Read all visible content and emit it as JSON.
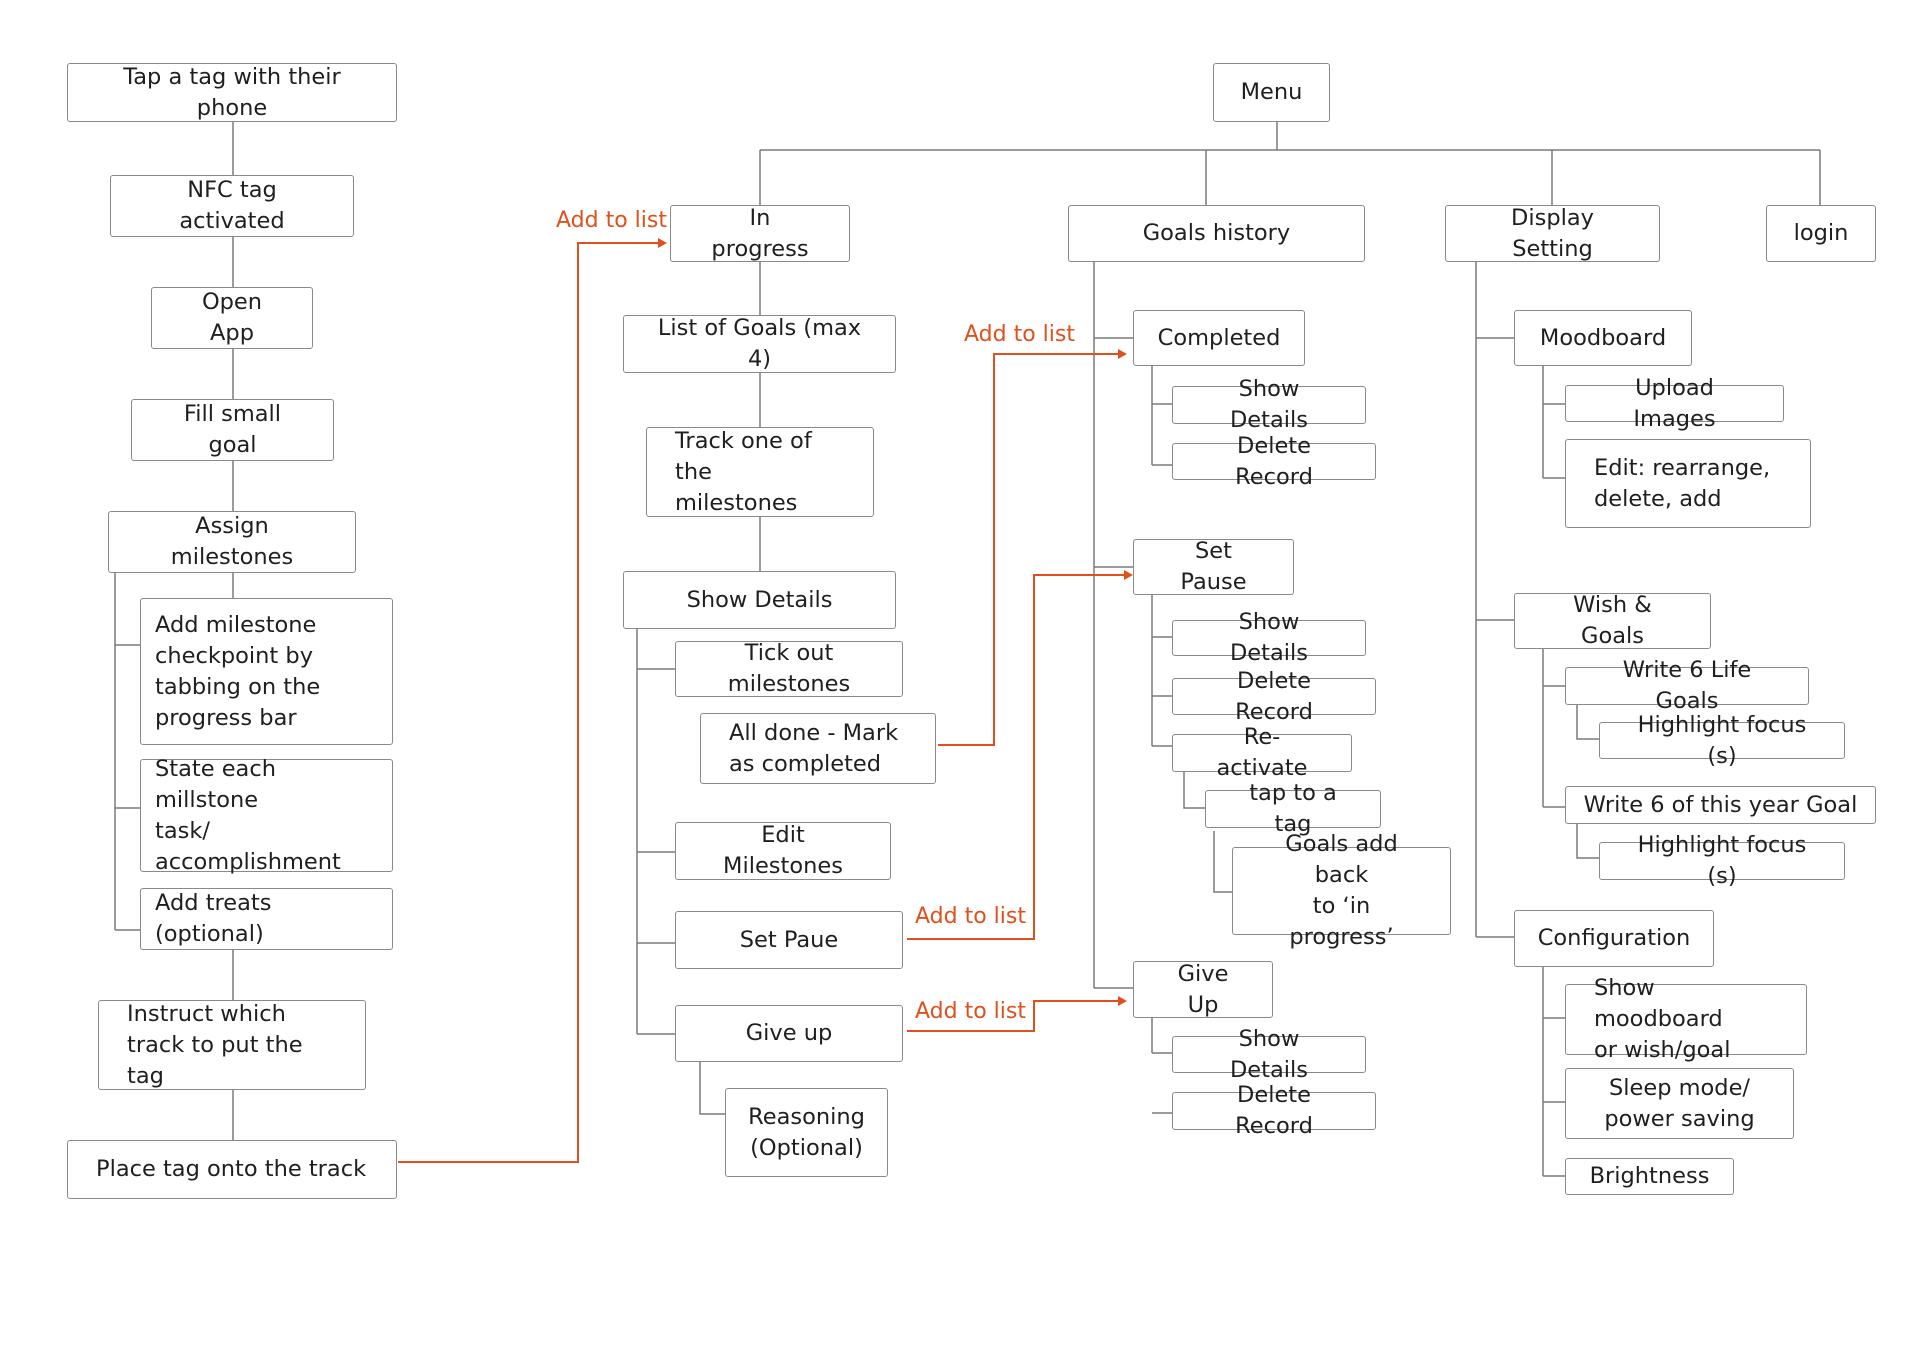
{
  "colors": {
    "box_border": "#8a8a8a",
    "connector": "#7a7a7a",
    "accent": "#e0501c",
    "background": "#ffffff"
  },
  "onboarding": {
    "tap_tag": "Tap a tag with their phone",
    "nfc_activated": "NFC tag activated",
    "open_app": "Open App",
    "fill_goal": "Fill small goal",
    "assign_milestones": "Assign milestones",
    "add_checkpoint": "Add milestone\ncheckpoint by\ntabbing on the\nprogress bar",
    "state_task": "State  each millstone\ntask/\naccomplishment",
    "add_treats": "Add treats (optional)",
    "instruct_track": "Instruct which\ntrack to put the tag",
    "place_tag": "Place tag onto the track"
  },
  "menu": {
    "title": "Menu",
    "in_progress": {
      "title": "In progress",
      "list_goals": "List of Goals (max 4)",
      "track_milestone": "Track one of the\nmilestones",
      "show_details": "Show Details",
      "tick_out": "Tick out milestones",
      "all_done": "All done - Mark\nas completed",
      "edit_milestones": "Edit Milestones",
      "set_paue": "Set Paue",
      "give_up": "Give up",
      "reasoning": "Reasoning\n(Optional)"
    },
    "goals_history": {
      "title": "Goals history",
      "completed": "Completed",
      "completed_show": "Show Details",
      "completed_delete": "Delete Record",
      "set_pause": "Set Pause",
      "pause_show": "Show Details",
      "pause_delete": "Delete Record",
      "reactivate": "Re-activate",
      "tap_tag": "tap to a tag",
      "goals_back": "Goals add back\nto ‘in progress’",
      "give_up": "Give Up",
      "giveup_show": "Show Details",
      "giveup_delete": "Delete Record"
    },
    "display_setting": {
      "title": "Display Setting",
      "moodboard": "Moodboard",
      "upload_images": "Upload Images",
      "edit_rearrange": "Edit: rearrange,\ndelete, add",
      "wish_goals": "Wish & Goals",
      "write_life_goals": "Write 6 Life Goals",
      "highlight_1": "Highlight focus (s)",
      "write_year_goal": "Write 6 of this year Goal",
      "highlight_2": "Highlight focus (s)",
      "configuration": "Configuration",
      "show_moodboard": "Show moodboard\nor wish/goal",
      "sleep_mode": "Sleep mode/\npower saving",
      "brightness": "Brightness"
    },
    "login": "login"
  },
  "arrow_labels": {
    "to_in_progress": "Add to list",
    "to_completed": "Add to list",
    "to_set_pause": "Add to list",
    "to_give_up": "Add to list"
  }
}
